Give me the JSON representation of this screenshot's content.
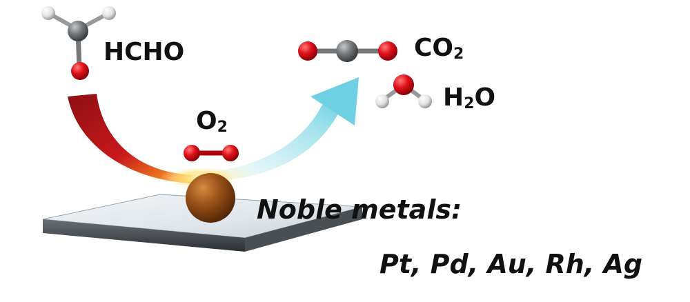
{
  "molecules": {
    "reactant": {
      "text": "HCHO"
    },
    "oxidant": {
      "symbol": "O",
      "subscript": "2"
    },
    "product1": {
      "symbol": "CO",
      "subscript": "2"
    },
    "product2": {
      "pre": "H",
      "subscript": "2",
      "post": "O"
    }
  },
  "catalyst": {
    "heading": "Noble metals:",
    "metals": "Pt, Pd, Au, Rh, Ag"
  },
  "colors": {
    "oxygen": "#e0101a",
    "carbon": "#707477",
    "hydrogen": "#e8e8e8",
    "particle": "#8a4713",
    "arrow_in": "#b0141a",
    "arrow_out": "#7fd6e6"
  }
}
